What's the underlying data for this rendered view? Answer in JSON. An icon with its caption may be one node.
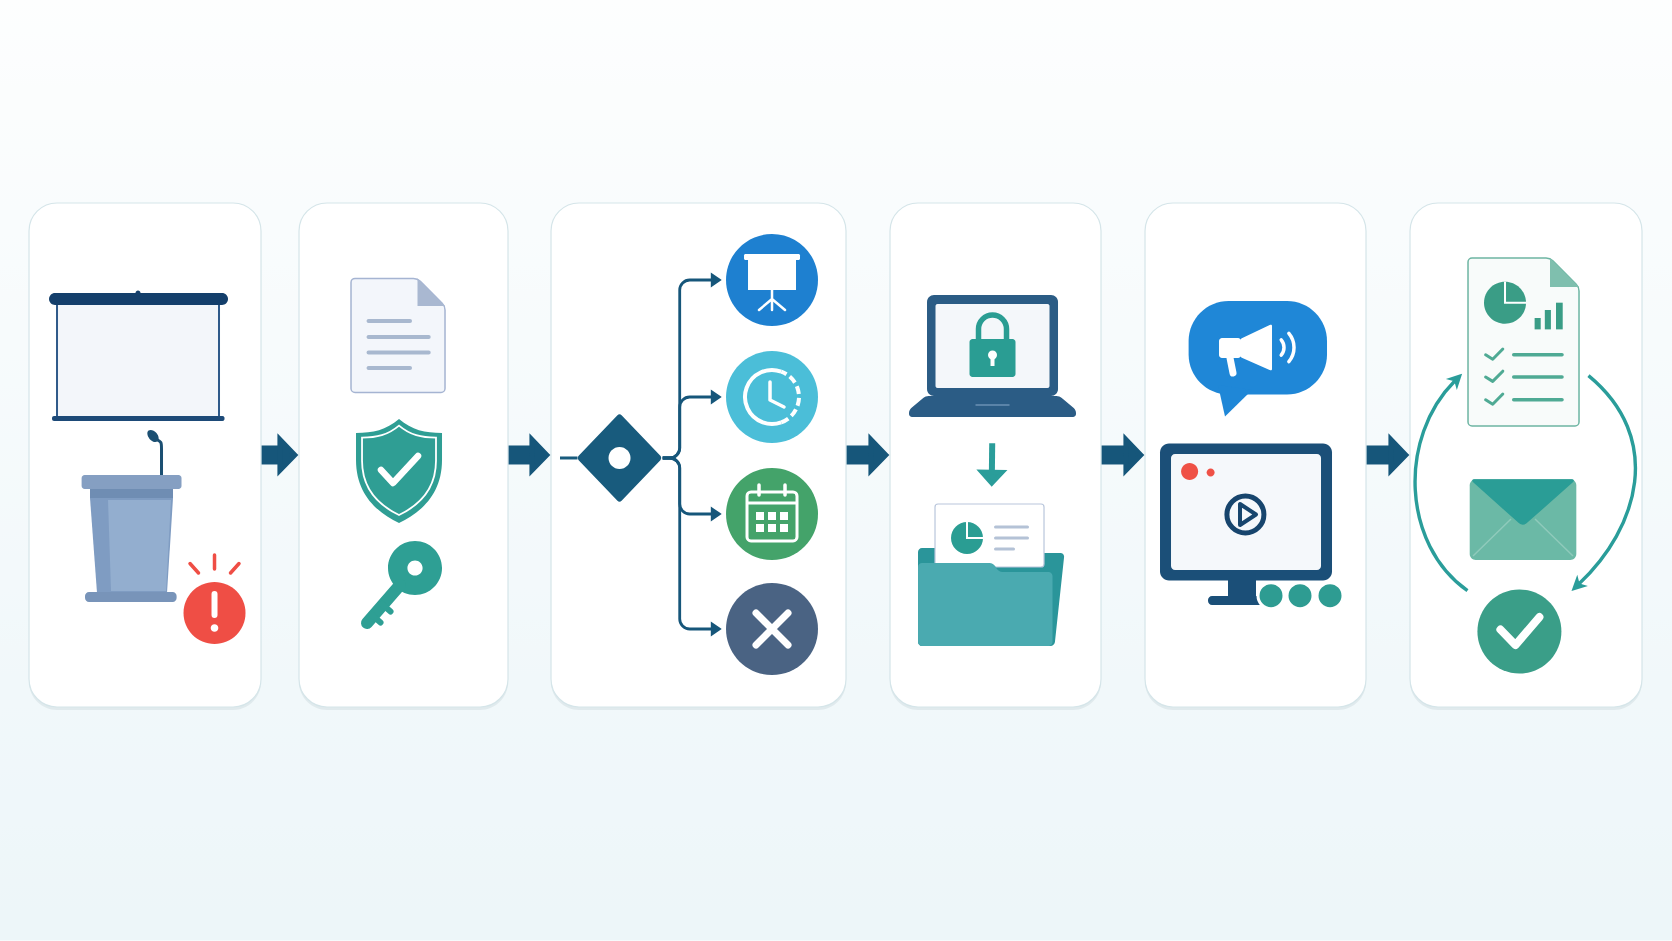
{
  "diagram": {
    "nodes": [
      {
        "text": [],
        "shape": "box"
      },
      {
        "text": [],
        "shape": "box"
      },
      {
        "text": [],
        "shape": "box"
      },
      {
        "text": [],
        "shape": "box"
      },
      {
        "text": [],
        "shape": "box"
      },
      {
        "text": [],
        "shape": "box"
      },
      {
        "text": [],
        "shape": "diamond",
        "in": 2
      },
      {
        "text": [],
        "shape": "circle",
        "in": 2
      },
      {
        "text": [],
        "shape": "circle",
        "in": 2
      },
      {
        "text": [],
        "shape": "circle",
        "in": 2
      },
      {
        "text": [],
        "shape": "circle",
        "in": 2
      },
      {
        "text": [],
        "shape": "picture",
        "in": 3
      },
      {
        "text": [],
        "shape": "picture",
        "in": 3
      },
      {
        "text": [],
        "shape": "picture",
        "in": 5
      },
      {
        "text": [],
        "shape": "circle",
        "in": 5
      }
    ],
    "edges": [
      {
        "from": 0,
        "to": 1,
        "arrow": "to",
        "style": "thick"
      },
      {
        "from": 1,
        "to": 2,
        "arrow": "to",
        "style": "thick"
      },
      {
        "from": 2,
        "to": 3,
        "arrow": "to",
        "style": "thick"
      },
      {
        "from": 3,
        "to": 4,
        "arrow": "to",
        "style": "thick"
      },
      {
        "from": 4,
        "to": 5,
        "arrow": "to",
        "style": "thick"
      },
      {
        "from": 6,
        "to": 7,
        "arrow": "to"
      },
      {
        "from": 6,
        "to": 8,
        "arrow": "to"
      },
      {
        "from": 6,
        "to": 9,
        "arrow": "to"
      },
      {
        "from": 6,
        "to": 10,
        "arrow": "to"
      },
      {
        "from": 11,
        "to": 12,
        "arrow": "to",
        "color": "#2a9d9a"
      },
      {
        "from": 14,
        "to": 13,
        "arrow": "to",
        "color": "#2a9d9a"
      },
      {
        "from": 13,
        "to": 14,
        "arrow": "to",
        "color": "#2a9d9a"
      }
    ]
  }
}
